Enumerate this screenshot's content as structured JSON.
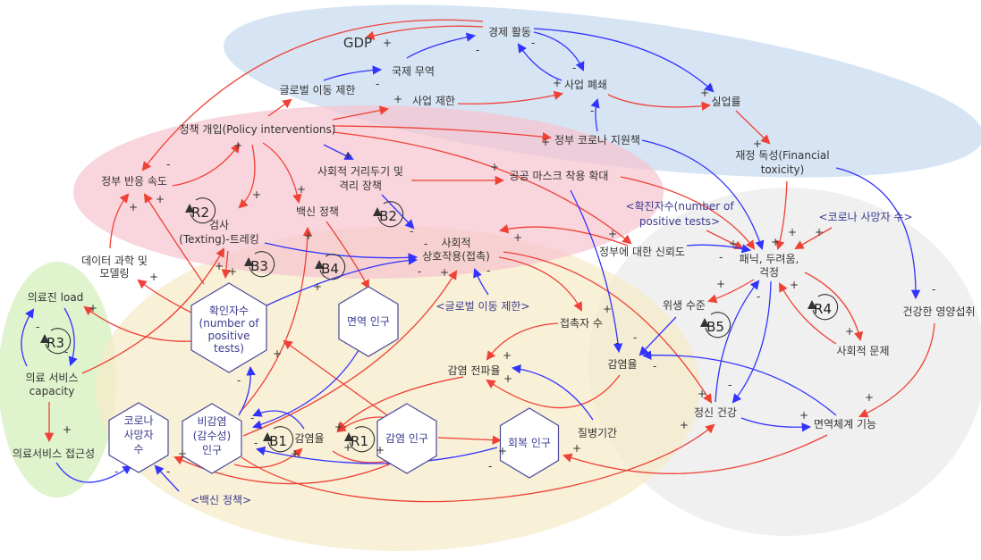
{
  "diagram": {
    "type": "causal-loop-diagram",
    "colors": {
      "positive_link": "#ef4136",
      "negative_link": "#3333ff",
      "economy_zone": "#d6e4f3",
      "policy_zone": "#f9cfd8",
      "epidemic_zone": "#f8efd4",
      "healthcare_zone": "#dff3cd",
      "wellbeing_zone": "#ecedec",
      "hex_stroke": "#4a4a9a"
    }
  },
  "signs": {
    "plus": "+",
    "minus": "-"
  },
  "nodes": {
    "gdp": {
      "lines": [
        "GDP"
      ]
    },
    "econ": {
      "lines": [
        "경제 활동"
      ]
    },
    "trade": {
      "lines": [
        "국제 무역"
      ]
    },
    "global_limit": {
      "lines": [
        "글로벌 이동 제한"
      ]
    },
    "biz_limit": {
      "lines": [
        "사업 제한"
      ]
    },
    "biz_close": {
      "lines": [
        "사업 폐쇄"
      ]
    },
    "unemp": {
      "lines": [
        "실업률"
      ]
    },
    "gov_support": {
      "lines": [
        "정부 코로나 지원책"
      ]
    },
    "fin_tox": {
      "lines": [
        "재정 독성(Financial",
        "toxicity)"
      ]
    },
    "policy": {
      "lines": [
        "정책 개입(Policy interventions)"
      ]
    },
    "gov_speed": {
      "lines": [
        "정부 반응 속도"
      ]
    },
    "distancing": {
      "lines": [
        "사회적 거리두기 및",
        "격리 장책"
      ]
    },
    "mask": {
      "lines": [
        "공공 마스크 착용 확대"
      ]
    },
    "testing": {
      "lines": [
        "검사",
        "(Texting)-트레킹"
      ]
    },
    "vaccine_policy": {
      "lines": [
        "백신 정책"
      ]
    },
    "social": {
      "lines": [
        "사회적",
        "상호작용(접촉)"
      ]
    },
    "pos_tests_shadow": {
      "lines": [
        "<확진자수(number of",
        "positive tests>"
      ]
    },
    "deaths_shadow": {
      "lines": [
        "<코로나 사망자 수>"
      ]
    },
    "trust": {
      "lines": [
        "정부에 대한 신뢰도"
      ]
    },
    "panic": {
      "lines": [
        "패닉, 두려움,",
        "걱정"
      ]
    },
    "data_sci": {
      "lines": [
        "데이터 과학 및",
        "모델링"
      ]
    },
    "med_load": {
      "lines": [
        "의료진 load"
      ]
    },
    "med_cap": {
      "lines": [
        "의료 서비스",
        "capacity"
      ]
    },
    "med_access": {
      "lines": [
        "의료서비스 접근성"
      ]
    },
    "pos_tests": {
      "lines": [
        "확인자수",
        "(number of",
        "positive",
        "tests)"
      ]
    },
    "immune_pop": {
      "lines": [
        "면역 인구"
      ]
    },
    "global_limit_shadow": {
      "lines": [
        "<글로벌 이동 제한>"
      ]
    },
    "contacts": {
      "lines": [
        "접촉자 수"
      ]
    },
    "hygiene": {
      "lines": [
        "위생 수준"
      ]
    },
    "nutrition": {
      "lines": [
        "건강한 영양섭취"
      ]
    },
    "social_prob": {
      "lines": [
        "사회적 문제"
      ]
    },
    "trans_rate": {
      "lines": [
        "감염 전파율"
      ]
    },
    "inf_rate_r": {
      "lines": [
        "감염율"
      ]
    },
    "mental": {
      "lines": [
        "정신 건강"
      ]
    },
    "immune_func": {
      "lines": [
        "면역체계 기능"
      ]
    },
    "duration": {
      "lines": [
        "질병기간"
      ]
    },
    "deaths": {
      "lines": [
        "코로나",
        "사망자",
        "수"
      ]
    },
    "suscept": {
      "lines": [
        "비감염",
        "(감수성)",
        "인구"
      ]
    },
    "inf_rate": {
      "lines": [
        "감염율"
      ]
    },
    "infected": {
      "lines": [
        "감염 인구"
      ]
    },
    "recovered": {
      "lines": [
        "회복 인구"
      ]
    },
    "vaccine_shadow": {
      "lines": [
        "<백신 정책>"
      ]
    }
  },
  "loops": {
    "R1": "R1",
    "R2": "R2",
    "R3": "R3",
    "R4": "R4",
    "B1": "B1",
    "B2": "B2",
    "B3": "B3",
    "B4": "B4",
    "B5": "B5"
  }
}
